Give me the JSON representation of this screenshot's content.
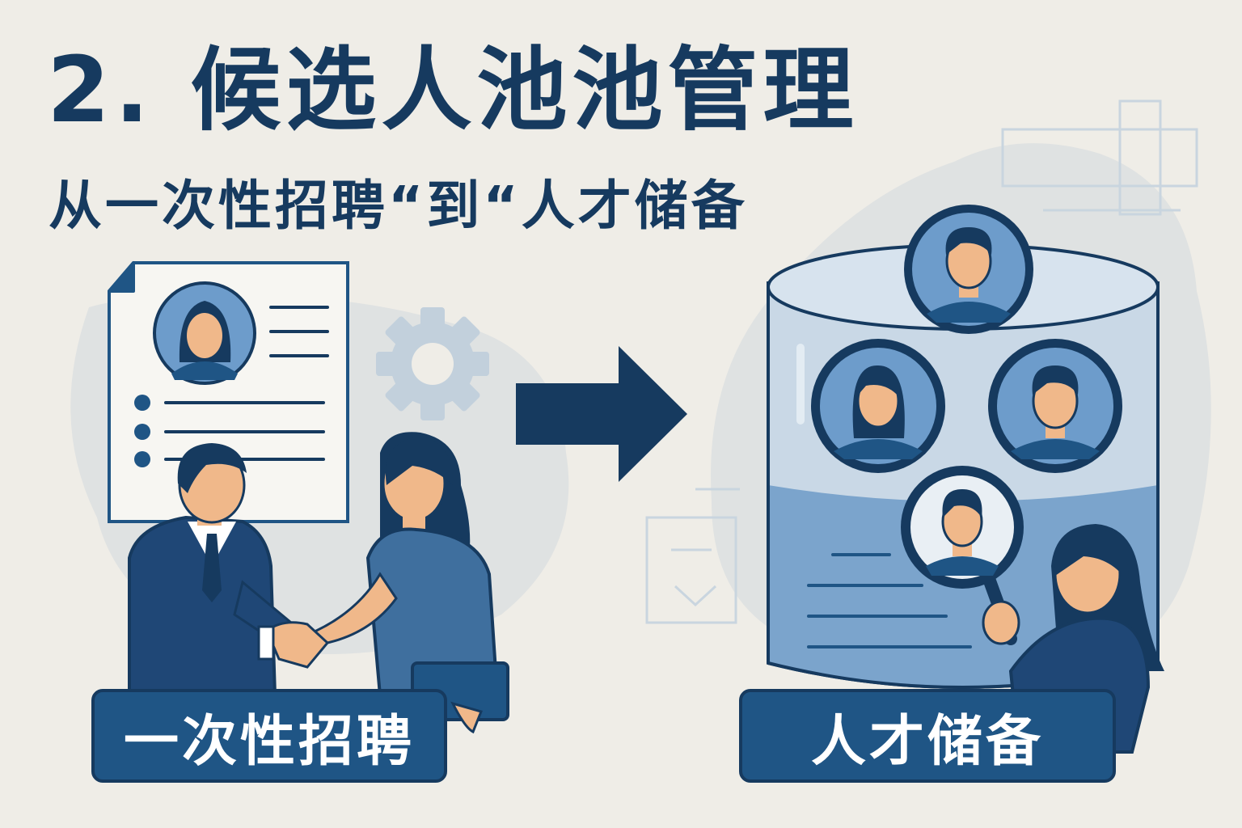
{
  "header": {
    "title": "2. 候选人池池管理",
    "subtitle": "从一次性招聘“到“人才储备"
  },
  "left_panel": {
    "label": "一次性招聘",
    "icons": [
      "resume-card-icon",
      "gear-icon",
      "handshake-icon"
    ]
  },
  "right_panel": {
    "label": "人才储备",
    "icons": [
      "talent-pool-cylinder-icon",
      "candidate-avatar-icon",
      "magnifier-icon"
    ]
  },
  "colors": {
    "background": "#efede7",
    "navy": "#163a5f",
    "primary": "#1f5585",
    "mid_blue": "#3f6f9e",
    "light_blue": "#6d9ccb",
    "pale_blue": "#c9d8e6",
    "skin": "#f0b88a"
  }
}
